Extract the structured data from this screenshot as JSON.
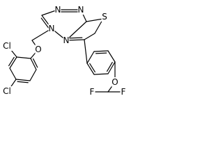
{
  "molecule": {
    "atoms": {
      "n_top_left": "N",
      "n_top_right": "N",
      "n_bottom": "N",
      "n_ring": "N",
      "s_atom": "S",
      "o_ether": "O",
      "o_aryl": "O",
      "cl_top": "Cl",
      "cl_bottom": "Cl",
      "f_left": "F",
      "f_right": "F"
    }
  },
  "colors": {
    "bond": "#000000",
    "background": "#ffffff"
  }
}
